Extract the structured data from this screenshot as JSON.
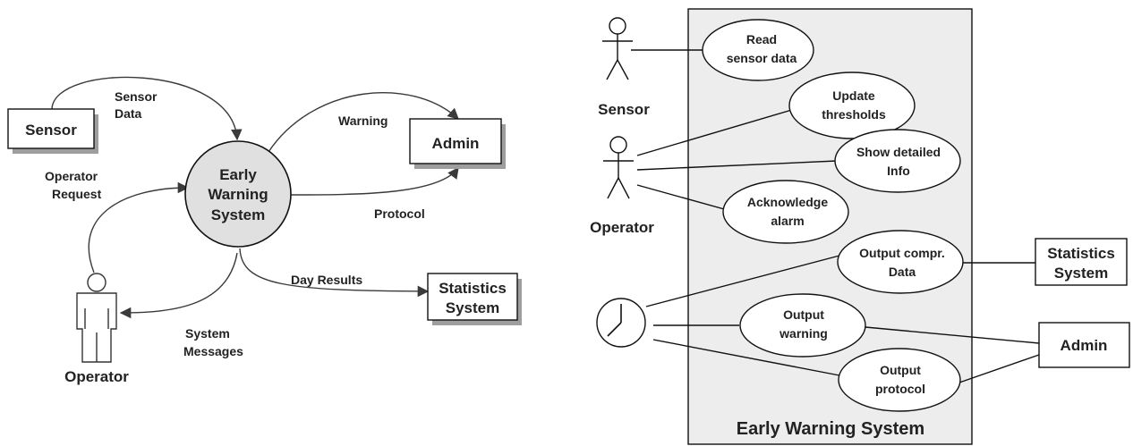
{
  "dfd": {
    "process": [
      "Early",
      "Warning",
      "System"
    ],
    "sensor": "Sensor",
    "admin": "Admin",
    "statistics": [
      "Statistics",
      "System"
    ],
    "operator": "Operator",
    "flows": {
      "sensor_data": [
        "Sensor",
        "Data"
      ],
      "operator_request": [
        "Operator",
        "Request"
      ],
      "warning": "Warning",
      "protocol": "Protocol",
      "day_results": "Day Results",
      "system_messages": [
        "System",
        "Messages"
      ]
    }
  },
  "usecase": {
    "system_title": "Early Warning System",
    "actors": {
      "sensor": "Sensor",
      "operator": "Operator",
      "statistics": [
        "Statistics",
        "System"
      ],
      "admin": "Admin"
    },
    "cases": {
      "read_sensor": [
        "Read",
        "sensor data"
      ],
      "update_thresholds": [
        "Update",
        "thresholds"
      ],
      "show_info": [
        "Show detailed",
        "Info"
      ],
      "acknowledge": [
        "Acknowledge",
        "alarm"
      ],
      "output_compr": [
        "Output compr.",
        "Data"
      ],
      "output_warning": [
        "Output",
        "warning"
      ],
      "output_protocol": [
        "Output",
        "protocol"
      ]
    }
  },
  "colors": {
    "process_fill": "#e0e0e0",
    "system_boundary": "#ededed",
    "line": "#111111"
  }
}
